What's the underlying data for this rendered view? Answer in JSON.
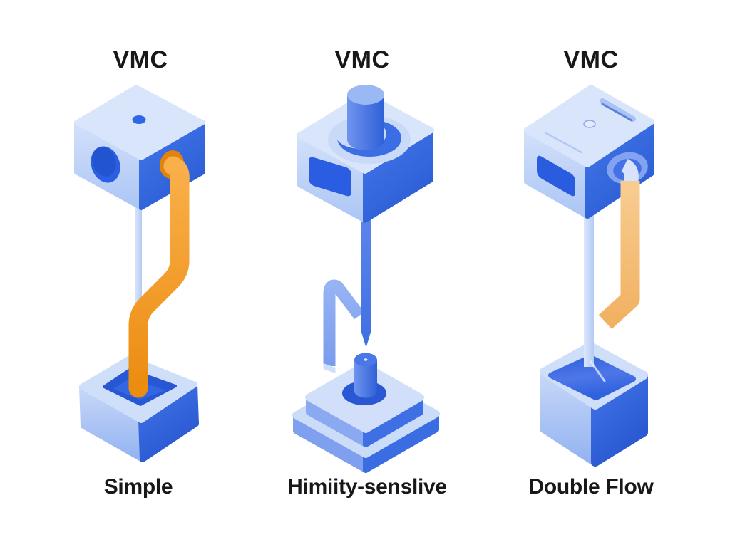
{
  "diagram_title": "VMC types comparison diagram",
  "columns": [
    {
      "id": "simple",
      "top_label": "VMC",
      "bottom_label": "Simple",
      "illustration": "isometric ceiling unit cube with side hole, orange duct bending down into an open floor box"
    },
    {
      "id": "humidity-sensitive",
      "top_label": "VMC",
      "bottom_label": "Himiity-senslive",
      "illustration": "isometric ceiling unit with round knob, pointed exhaust pipe, sensor hook, and floor unit with cylinder on stepped base"
    },
    {
      "id": "double-flow",
      "top_label": "VMC",
      "bottom_label": "Double Flow",
      "illustration": "isometric ceiling unit with top slot and side port, light-orange return duct and blue supply pipe into an open collector bin"
    }
  ],
  "colors": {
    "background": "#ffffff",
    "text": "#17181a",
    "blue_top_face": "#d9e5fb",
    "blue_light_face": "#c2d5f8",
    "blue_medium": "#3f70e6",
    "blue_dark": "#2a5ad6",
    "orange_duct": "#f09a1f",
    "orange_ring": "#e2830c",
    "light_orange_duct": "#f5c17e",
    "thin_pipe_blue": "#c6d8f7"
  }
}
